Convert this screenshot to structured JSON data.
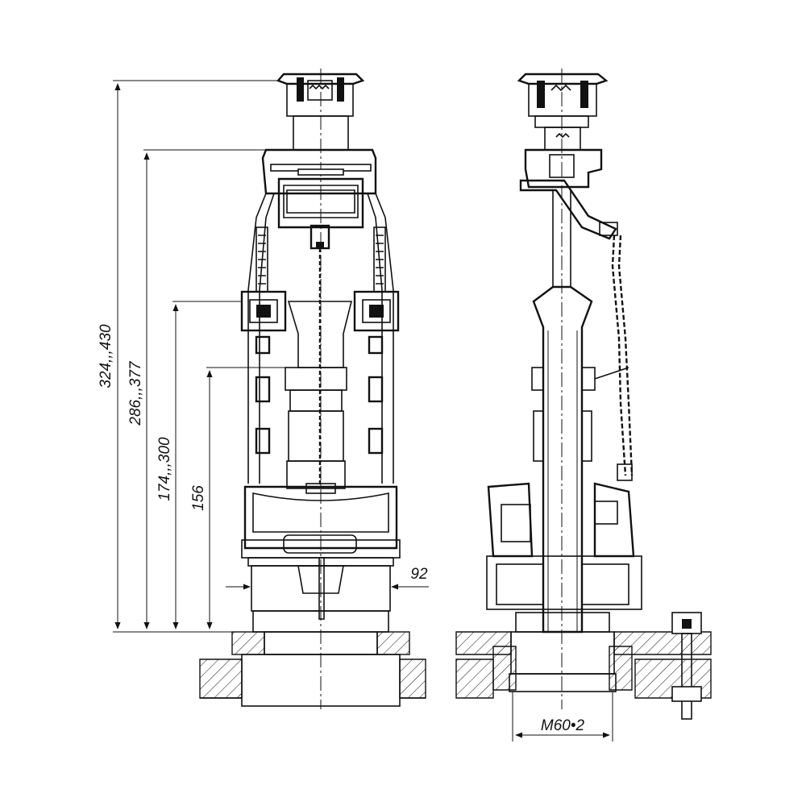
{
  "dimensions": {
    "height_total": "324,,,430",
    "height_overflow": "286,,,377",
    "height_float": "174,,,300",
    "height_min": "156",
    "width_base": "92",
    "thread": "M60•2"
  }
}
